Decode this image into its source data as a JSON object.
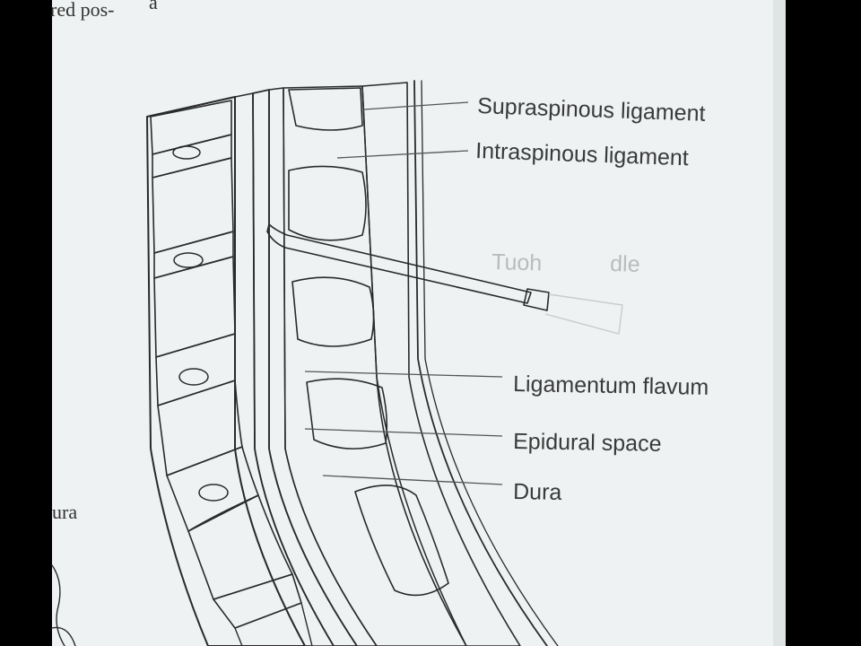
{
  "page_fragments": {
    "top_text": "red pos-",
    "top_text_2": "a",
    "side_text": "ura"
  },
  "labels": {
    "supraspinous": "Supraspinous ligament",
    "intraspinous": "Intraspinous ligament",
    "tuohy_left": "Tuoh",
    "tuohy_right": "dle",
    "flavum": "Ligamentum flavum",
    "epidural": "Epidural space",
    "dura": "Dura"
  },
  "colors": {
    "paper": "#eef2f2",
    "dura": "#a9d3cf",
    "needle": "#c7e3e0",
    "ink": "#2a2a2a"
  }
}
